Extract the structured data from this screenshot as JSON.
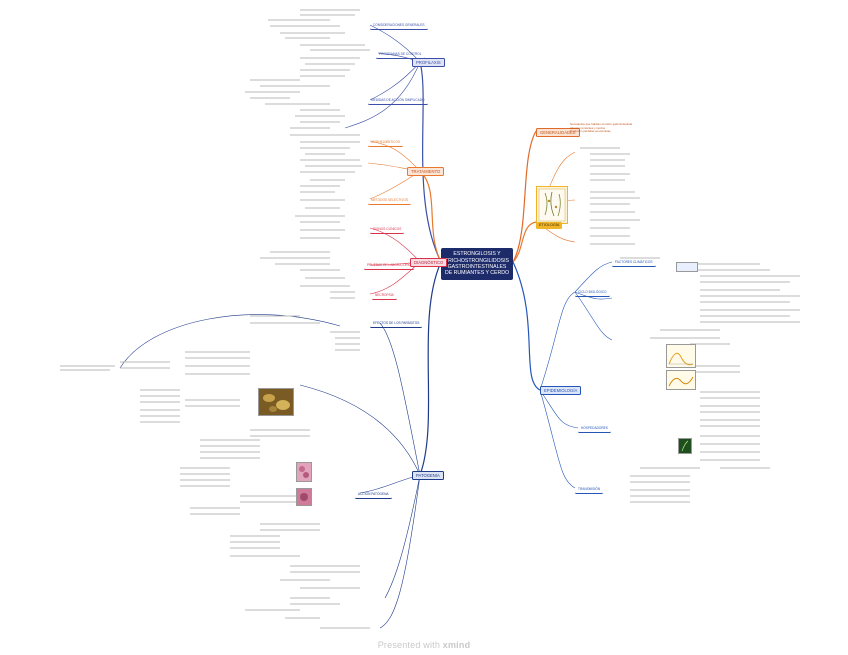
{
  "central_topic": "ESTRONGILOSIS Y TRICHOSTRONGILIDOSIS GASTROINTESTINALES DE RUMIANTES Y CERDO",
  "branches": {
    "prophylaxis": "PROFILAXIS",
    "treatment": "TRATAMIENTO",
    "diagnosis": "DIAGNÓSTICO",
    "pathogeny": "PATOGENIA",
    "generalities": "GENERALIDADES",
    "etiology": "ETIOLOGÍA",
    "epidemiology": "EPIDEMIOLOGÍA"
  },
  "sub_labels": {
    "grazing_measures": "CONSIDERACIONES GENERALES",
    "control_programs": "PROGRAMAS DE CONTROL",
    "parasite_control": "MEDIDAS DE ACCIÓN SIMPLICADO",
    "anthelmintics": "ANTIHELMÍNTICOS",
    "refugia": "METODOS SELECTIVOS",
    "clinical": "SIGNOS CLÍNICOS",
    "lab": "PRUEBAS DE LABORATORIO",
    "postmortem": "NECROPSIA",
    "lesions": "EFECTOS DE LOS PARÁSITOS",
    "pathogenic_action": "ACCIÓN PATÓGENA",
    "life_cycle": "CICLO BIOLÓGICO",
    "hosts": "HOSPEDADORES",
    "transmission": "TRANSMISIÓN",
    "climate": "FACTORES CLIMÁTICOS"
  },
  "generalities_notes": [
    "Nematodos que habitan el tracto gastrointestinal",
    "Afectan rumiantes y cerdos",
    "Producen pérdidas económicas"
  ],
  "etiology_label": "ETIOLOGÍA",
  "watermark": {
    "prefix": "Presented with ",
    "brand": "xmind"
  },
  "colors": {
    "central": "#1d2b6b",
    "prophylaxis": "#3b4fa8",
    "treatment": "#e8792f",
    "diagnosis": "#d8334a",
    "pathogeny": "#1e3a8a",
    "generalities": "#e06a2c",
    "epidemiology": "#2456b8",
    "etiology": "#f0b428"
  }
}
